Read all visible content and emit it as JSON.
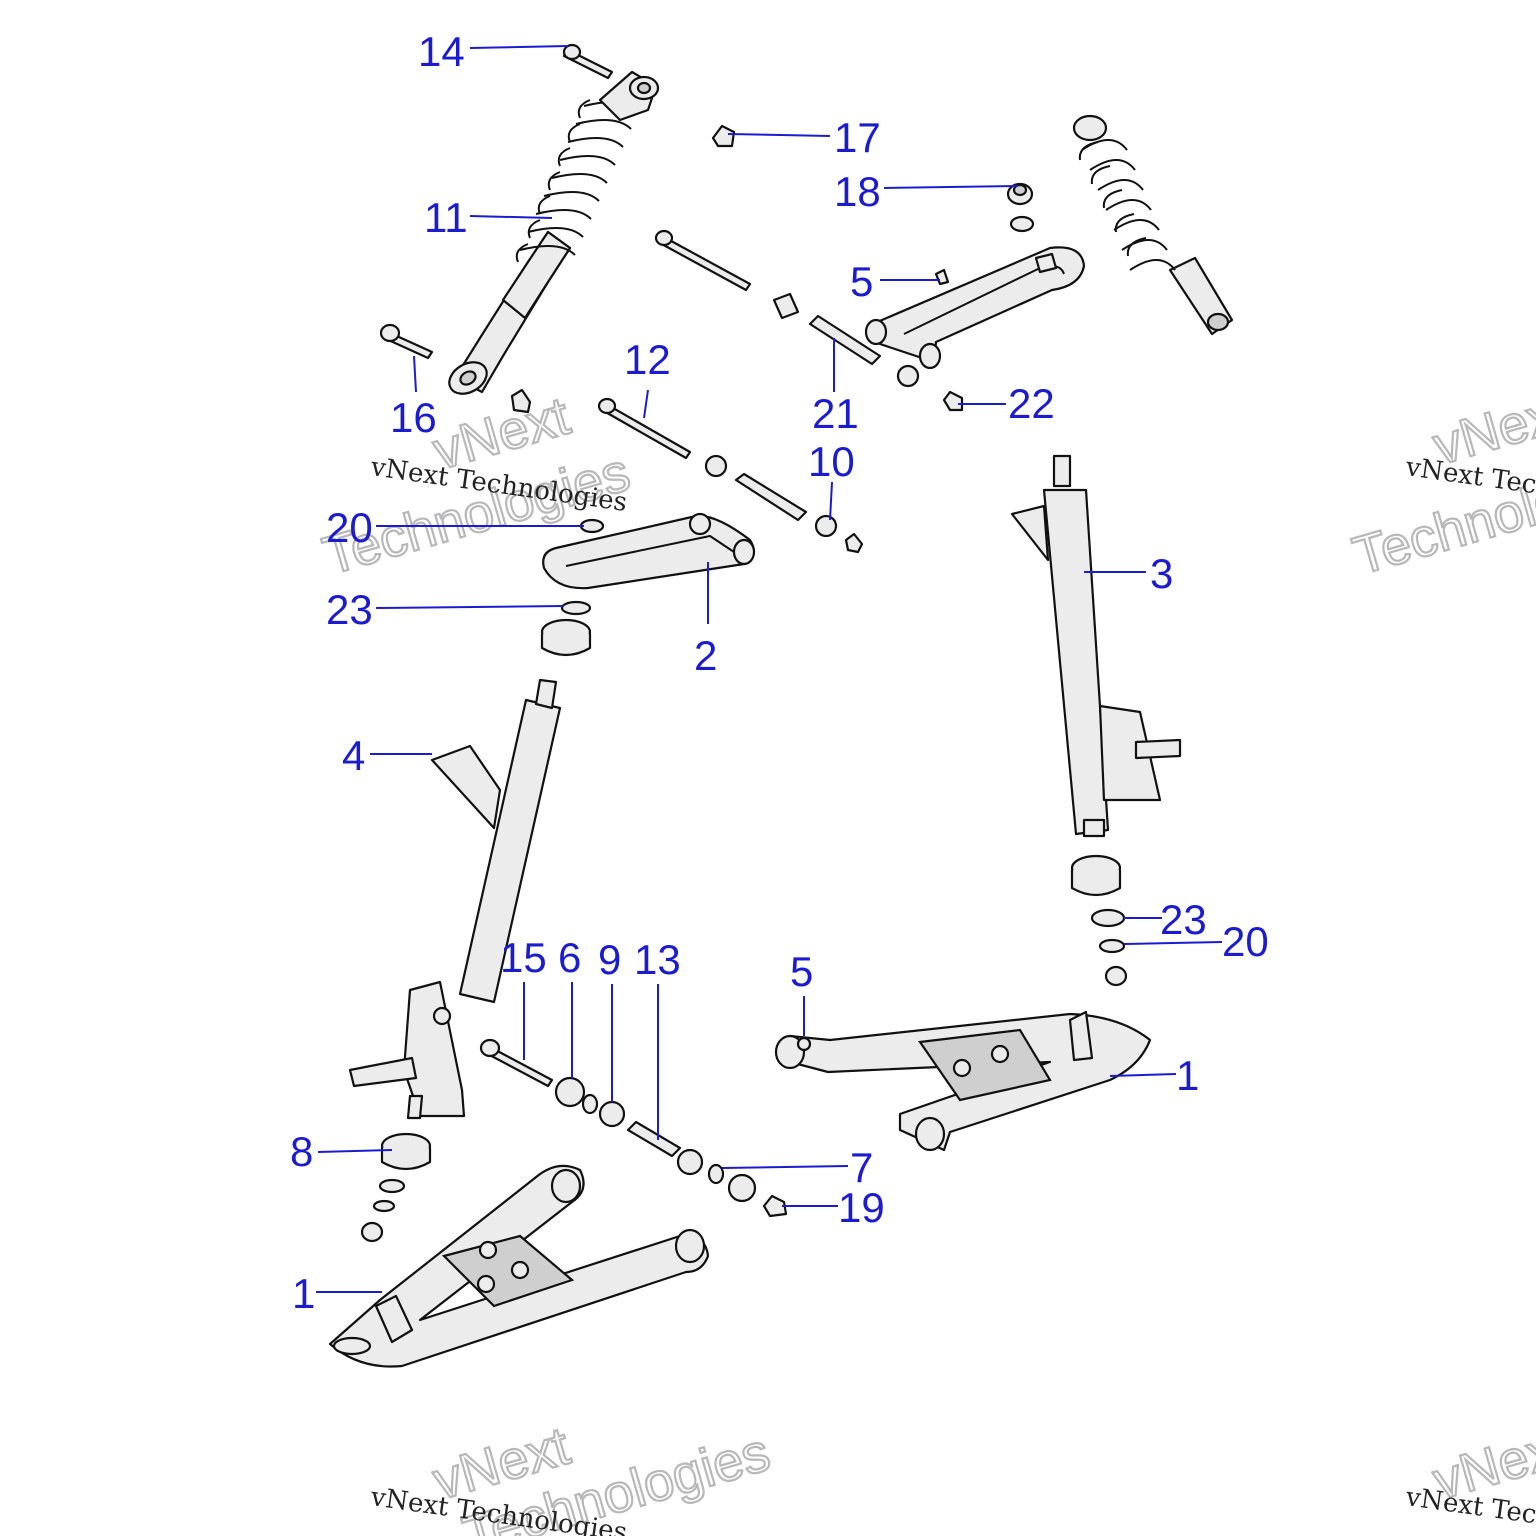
{
  "watermark": {
    "brand_line": "vNext Technologies",
    "brand_word_1": "vNext",
    "brand_word_2": "Technologies"
  },
  "callouts": [
    {
      "id": "c14",
      "label": "14"
    },
    {
      "id": "c17",
      "label": "17"
    },
    {
      "id": "c18",
      "label": "18"
    },
    {
      "id": "c11",
      "label": "11"
    },
    {
      "id": "c5a",
      "label": "5"
    },
    {
      "id": "c12",
      "label": "12"
    },
    {
      "id": "c21",
      "label": "21"
    },
    {
      "id": "c22",
      "label": "22"
    },
    {
      "id": "c16",
      "label": "16"
    },
    {
      "id": "c10",
      "label": "10"
    },
    {
      "id": "c20a",
      "label": "20"
    },
    {
      "id": "c3",
      "label": "3"
    },
    {
      "id": "c23a",
      "label": "23"
    },
    {
      "id": "c2",
      "label": "2"
    },
    {
      "id": "c4",
      "label": "4"
    },
    {
      "id": "c23b",
      "label": "23"
    },
    {
      "id": "c20b",
      "label": "20"
    },
    {
      "id": "c15",
      "label": "15"
    },
    {
      "id": "c6",
      "label": "6"
    },
    {
      "id": "c9",
      "label": "9"
    },
    {
      "id": "c13",
      "label": "13"
    },
    {
      "id": "c5b",
      "label": "5"
    },
    {
      "id": "c1a",
      "label": "1"
    },
    {
      "id": "c8",
      "label": "8"
    },
    {
      "id": "c7",
      "label": "7"
    },
    {
      "id": "c19",
      "label": "19"
    },
    {
      "id": "c1b",
      "label": "1"
    }
  ],
  "colors": {
    "callout": "#1c1ccf",
    "line": "#111111",
    "part_fill": "#ececec",
    "watermark_outline": "#b8b8b8"
  }
}
